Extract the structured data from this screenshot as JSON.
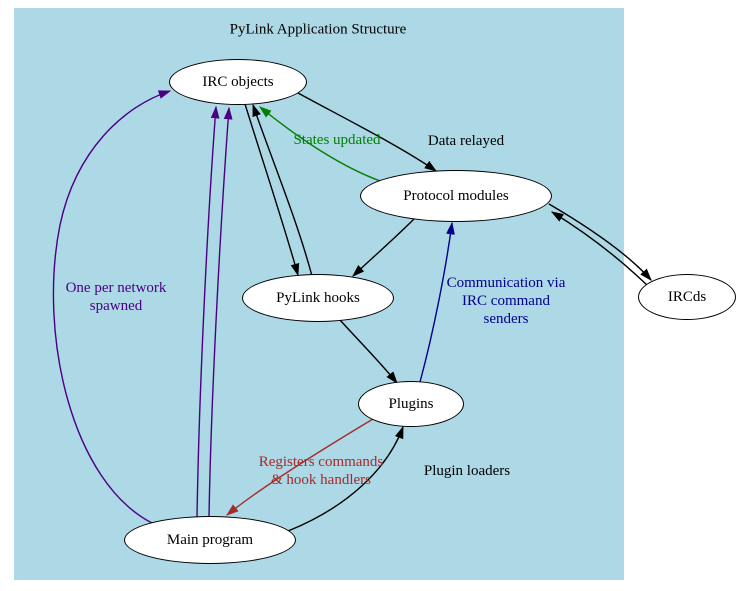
{
  "title": "PyLink Application Structure",
  "nodes": {
    "irc_objects": {
      "label": "IRC objects"
    },
    "protocol_modules": {
      "label": "Protocol modules"
    },
    "pylink_hooks": {
      "label": "PyLink hooks"
    },
    "plugins": {
      "label": "Plugins"
    },
    "main_program": {
      "label": "Main program"
    },
    "ircds": {
      "label": "IRCds"
    }
  },
  "edge_labels": {
    "data_relayed": {
      "text": "Data relayed",
      "color": "#000000"
    },
    "states_updated": {
      "text": "States updated",
      "color": "#008000"
    },
    "one_per_network": {
      "text": "One per network\nspawned",
      "color": "#4b0082"
    },
    "communication": {
      "text": "Communication via\nIRC command\nsenders",
      "color": "#00008b"
    },
    "registers": {
      "text": "Registers commands\n& hook handlers",
      "color": "#a52a2a"
    },
    "plugin_loaders": {
      "text": "Plugin loaders",
      "color": "#000000"
    }
  },
  "colors": {
    "background": "#add8e6",
    "node_fill": "#ffffff",
    "node_border": "#000000",
    "edge_black": "#000000",
    "edge_green": "#008000",
    "edge_navy": "#00008b",
    "edge_purple": "#4b0082",
    "edge_darkred": "#a52a2a"
  }
}
